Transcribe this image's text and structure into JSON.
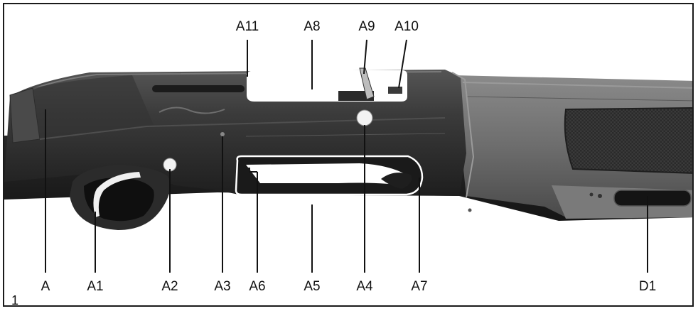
{
  "figure": {
    "number": "1",
    "colors": {
      "receiver": "#3b3b3b",
      "receiver_dark": "#1e1e1e",
      "stock": "#6d6d6d",
      "highlight": "#ffffff",
      "background": "#ffffff"
    },
    "labels_top": [
      {
        "id": "A11",
        "text": "A11"
      },
      {
        "id": "A8",
        "text": "A8"
      },
      {
        "id": "A9",
        "text": "A9"
      },
      {
        "id": "A10",
        "text": "A10"
      }
    ],
    "labels_bottom": [
      {
        "id": "A",
        "text": "A"
      },
      {
        "id": "A1",
        "text": "A1"
      },
      {
        "id": "A2",
        "text": "A2"
      },
      {
        "id": "A3",
        "text": "A3"
      },
      {
        "id": "A6",
        "text": "A6"
      },
      {
        "id": "A5",
        "text": "A5"
      },
      {
        "id": "A4",
        "text": "A4"
      },
      {
        "id": "A7",
        "text": "A7"
      },
      {
        "id": "D1",
        "text": "D1"
      }
    ]
  }
}
